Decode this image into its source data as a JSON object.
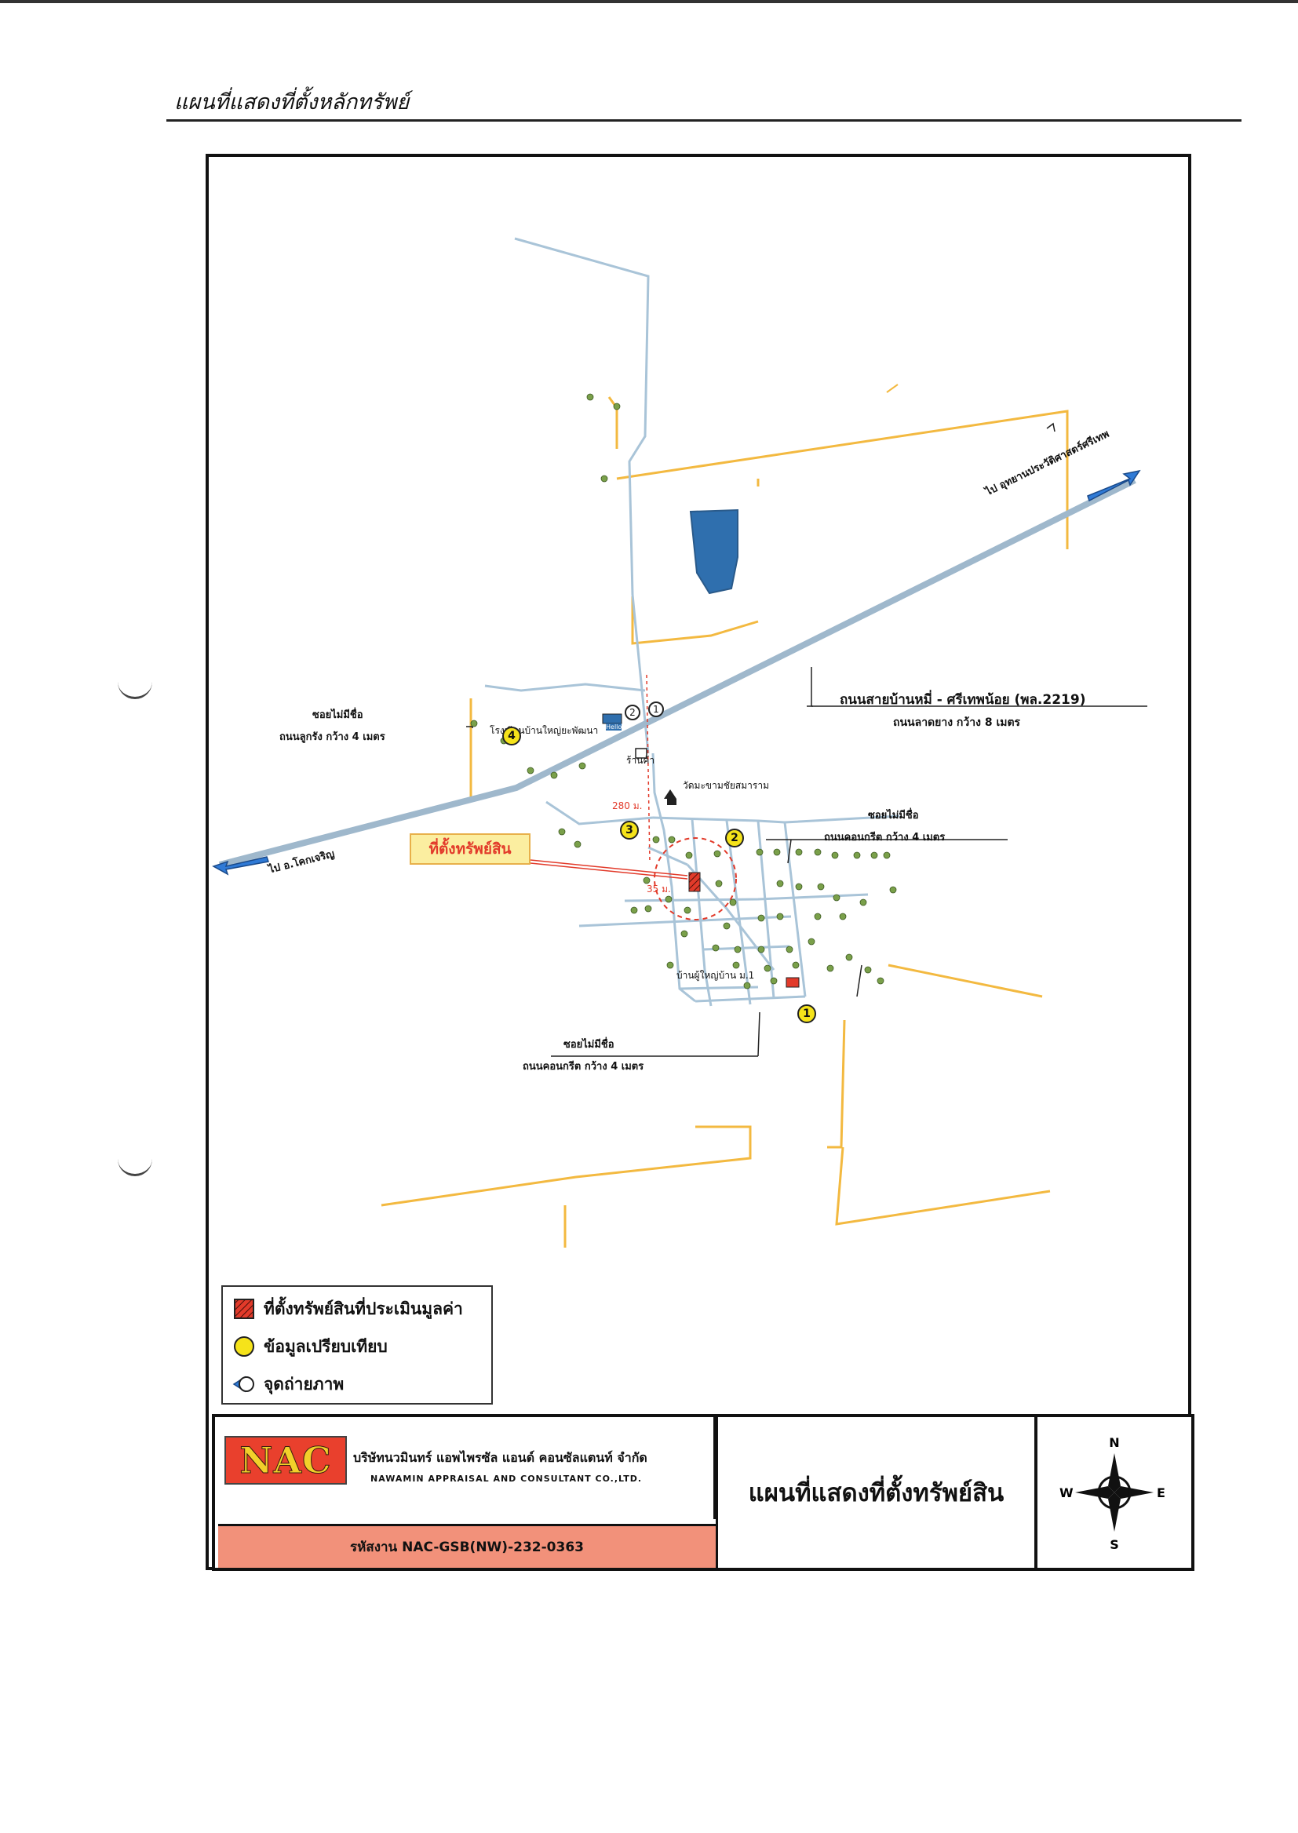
{
  "header": {
    "title": "แผนที่แสดงที่ตั้งหลักทรัพย์"
  },
  "map": {
    "road_labels": {
      "main_road_name": "ถนนสายบ้านหมี่ - ศรีเทพน้อย (พล.2219)",
      "main_road_surface": "ถนนลาดยาง กว้าง 8 เมตร",
      "to_east": "ไป อุทยานประวัติศาสตร์ศรีเทพ",
      "to_west": "ไป อ.โคกเจริญ",
      "soi4_name": "ซอยไม่มีชื่อ",
      "soi4_surface": "ถนนลูกรัง กว้าง 4 เมตร",
      "soi2_name": "ซอยไม่มีชื่อ",
      "soi2_surface": "ถนนคอนกรีต กว้าง 4 เมตร",
      "soi1_name": "ซอยไม่มีชื่อ",
      "soi1_surface": "ถนนคอนกรีต กว้าง 4 เมตร"
    },
    "place_labels": {
      "school": "โรงเรียนบ้านใหญ่ยะพัฒนา",
      "shop": "ร้านค้า",
      "temple": "วัดมะขามชัยสมาราม",
      "village": "บ้านผู้ใหญ่บ้าน ม.1",
      "store_sign": "Hello"
    },
    "distances": {
      "main_to_site": "280 ม.",
      "soi_to_site": "35 ม."
    },
    "asset_callout": "ที่ตั้งทรัพย์สิน",
    "comparables": [
      "1",
      "2",
      "3",
      "4"
    ],
    "photo_points": [
      "1",
      "2"
    ],
    "colors": {
      "main_road": "#9fb8cc",
      "dirt_road": "#f3b940",
      "concrete_road": "#a9c4d8",
      "water": "#2f6fae",
      "arrow": "#2f7ad6",
      "site": "#e23a2a"
    }
  },
  "legend": {
    "items": [
      {
        "icon": "hatched-red-square",
        "label": "ที่ตั้งทรัพย์สินที่ประเมินมูลค่า"
      },
      {
        "icon": "yellow-circle",
        "label": "ข้อมูลเปรียบเทียบ"
      },
      {
        "icon": "camera-point",
        "label": "จุดถ่ายภาพ"
      }
    ]
  },
  "title_block": {
    "logo": "NAC",
    "company_th": "บริษัทนวมินทร์ แอพไพรซัล แอนด์ คอนซัลแตนท์ จำกัด",
    "company_en": "NAWAMIN APPRAISAL AND CONSULTANT CO.,LTD.",
    "job_code": "รหัสงาน  NAC-GSB(NW)-232-0363",
    "map_title": "แผนที่แสดงที่ตั้งทรัพย์สิน",
    "compass": {
      "n": "N",
      "s": "S",
      "e": "E",
      "w": "W"
    }
  }
}
